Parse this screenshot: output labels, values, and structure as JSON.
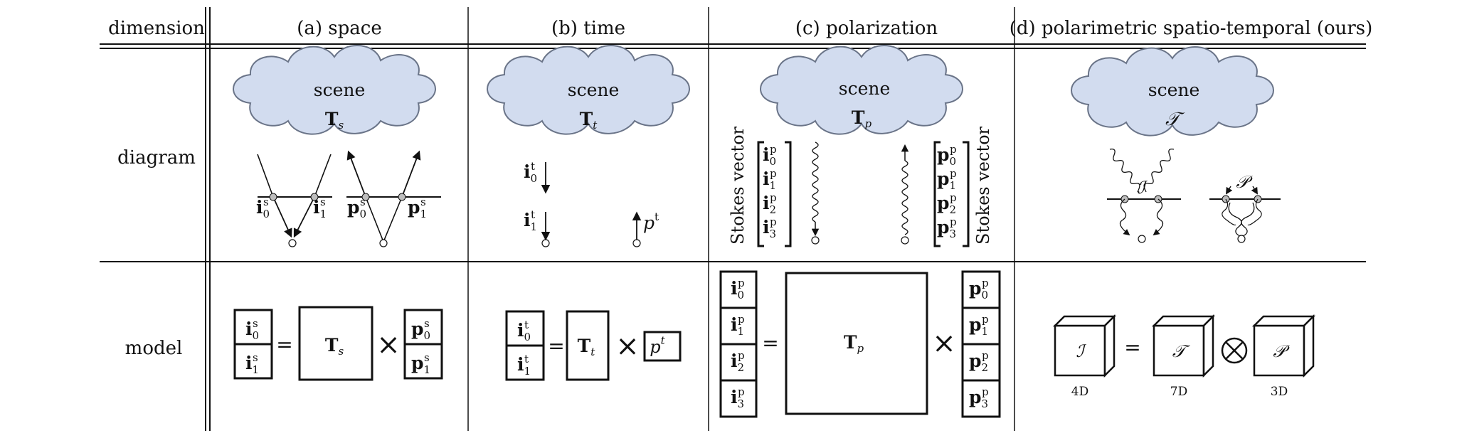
{
  "header": {
    "dimension": "dimension",
    "col_a": "(a) space",
    "col_b": "(b) time",
    "col_c": "(c) polarization",
    "col_d": "(d) polarimetric spatio-temporal (ours)"
  },
  "rows": {
    "diagram": "diagram",
    "model": "model"
  },
  "cloud_label": "scene",
  "stokes_label": "Stokes vector",
  "dims": {
    "i": "4D",
    "t": "7D",
    "p": "3D"
  },
  "colors": {
    "cloud_fill": "#d2dcef",
    "cloud_stroke": "#6a7488",
    "line": "#111111",
    "joint_fill": "#bdbdbd"
  }
}
